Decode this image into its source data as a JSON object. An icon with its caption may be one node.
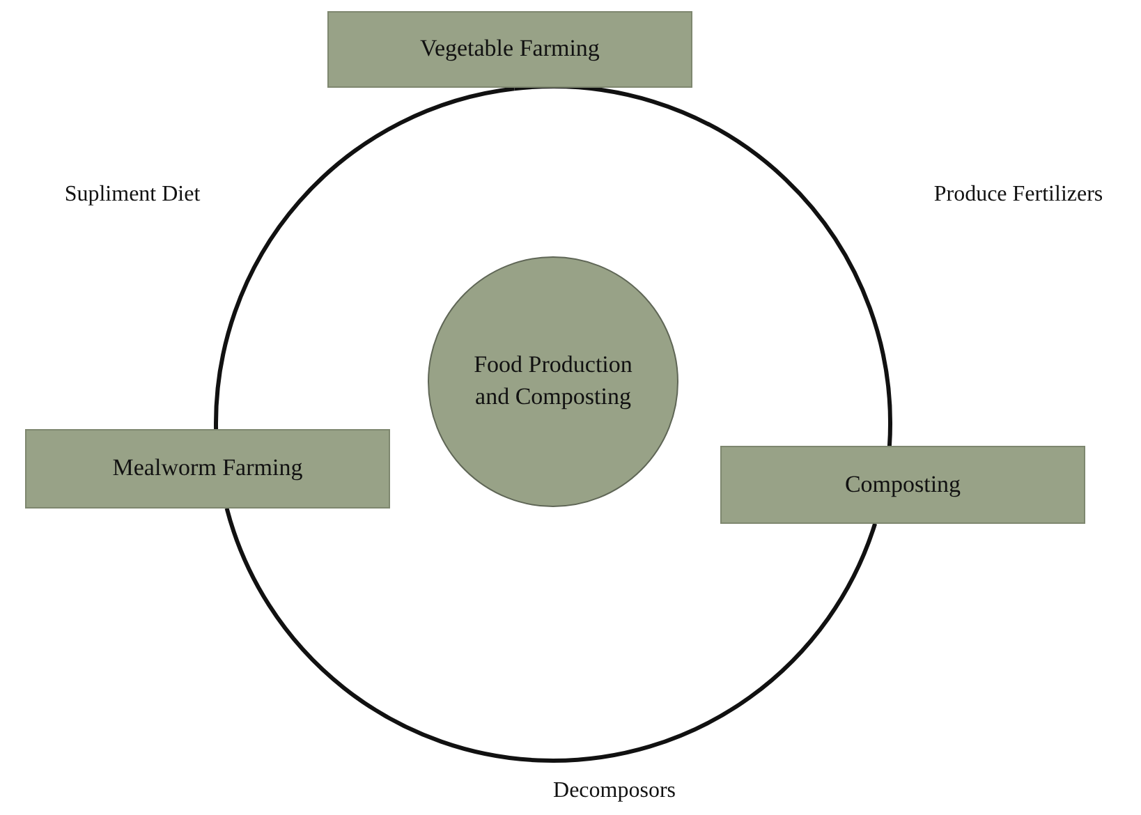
{
  "diagram": {
    "nodes": [
      {
        "text": [
          "Vegetable Farming"
        ]
      },
      {
        "text": [
          "Food Production and Composting"
        ]
      },
      {
        "text": [
          "Mealworm Farming"
        ]
      },
      {
        "text": [
          "Composting"
        ]
      }
    ],
    "edges": [
      {
        "from": 0,
        "to": 3,
        "arrow": "none",
        "label": "Produce Fertilizers"
      },
      {
        "from": 3,
        "to": 2,
        "arrow": "none",
        "label": "Decomposors"
      },
      {
        "from": 2,
        "to": 0,
        "arrow": "none",
        "label": "Supliment Diet"
      }
    ]
  }
}
